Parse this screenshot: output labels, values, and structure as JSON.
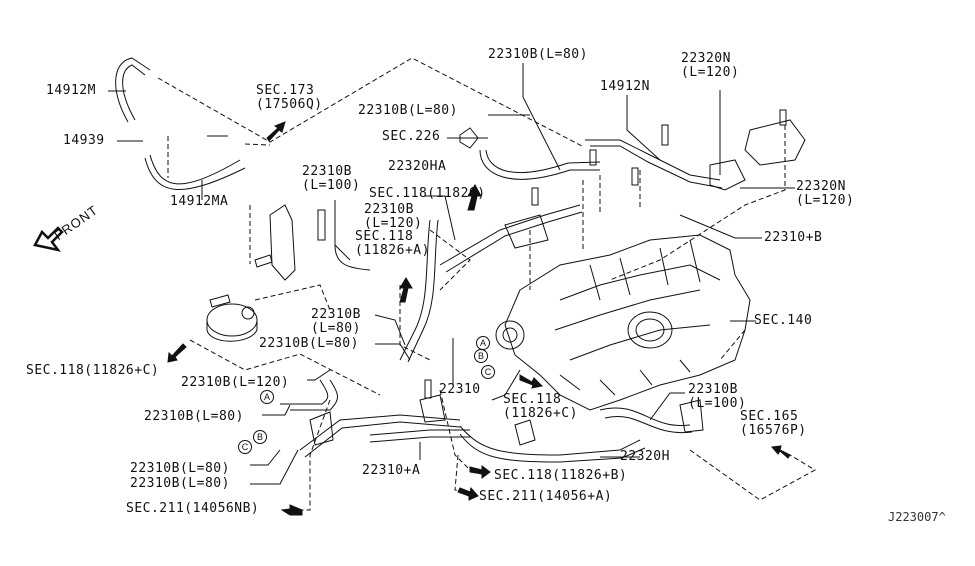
{
  "diagram": {
    "title": "Engine Control Vacuum Piping",
    "drawing_code": "J223007^",
    "direction_label": "FRONT",
    "callouts": {
      "p14912M": "14912M",
      "p14939": "14939",
      "p14912MA": "14912MA",
      "sec173": "SEC.173",
      "sec173_ref": "(17506Q)",
      "p22310B_L80_top": "22310B(L=80)",
      "p22310B_L80_mid": "22310B(L=80)",
      "sec226": "SEC.226",
      "p22320HA": "22320HA",
      "p14912N": "14912N",
      "p22320N_top": "22320N",
      "p22320N_top_len": "(L=120)",
      "p22320N_right": "22320N",
      "p22320N_right_len": "(L=120)",
      "p22310plusB": "22310+B",
      "sec140": "SEC.140",
      "p22310B_L100_left": "22310B",
      "p22310B_L100_left_len": "(L=100)",
      "sec118_11826": "SEC.118(11826)",
      "p22310B_L120_center": "22310B",
      "p22310B_L120_center_len": "(L=120)",
      "sec118_A": "SEC.118",
      "sec118_A_ref": "(11826+A)",
      "p22310B_L80_center": "22310B",
      "p22310B_L80_center_len": "(L=80)",
      "p22310B_L80_center2": "22310B(L=80)",
      "sec118_C_left": "SEC.118(11826+C)",
      "p22310B_L120_left": "22310B(L=120)",
      "p22310B_L80_left": "22310B(L=80)",
      "p22310": "22310",
      "sec118_C_center": "SEC.118",
      "sec118_C_center_ref": "(11826+C)",
      "p22310B_L100_right": "22310B",
      "p22310B_L100_right_len": "(L=100)",
      "sec165": "SEC.165",
      "sec165_ref": "(16576P)",
      "p22310B_L80_bot1": "22310B(L=80)",
      "p22310B_L80_bot2": "22310B(L=80)",
      "p22310plusA": "22310+A",
      "p22320H": "22320H",
      "sec118_B": "SEC.118(11826+B)",
      "sec211_A": "SEC.211(14056+A)",
      "sec211_NB": "SEC.211(14056NB)"
    },
    "connection_markers": {
      "a": "A",
      "b": "B",
      "c": "C"
    }
  }
}
